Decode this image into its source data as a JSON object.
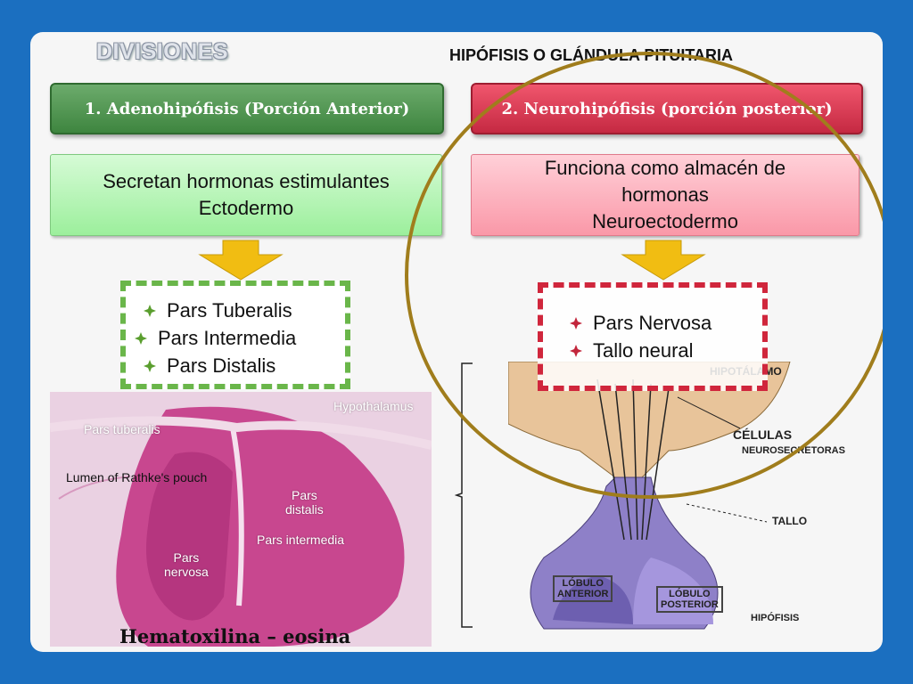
{
  "title": "DIVISIONES",
  "subtitle": "HIPÓFISIS O GLÁNDULA PITUITARIA",
  "left": {
    "header": "1. Adenohipófisis (Porción Anterior)",
    "box_lines": [
      "Secretan hormonas estimulantes",
      "Ectodermo"
    ],
    "parts": [
      "Pars Tuberalis",
      "Pars Intermedia",
      "Pars Distalis"
    ],
    "micro_labels": {
      "hypothalamus": "Hypothalamus",
      "pars_tuberalis": "Pars tuberalis",
      "lumen": "Lumen of Rathke's pouch",
      "pars_distalis": "Pars\ndistalis",
      "pars_intermedia": "Pars intermedia",
      "pars_nervosa": "Pars\nnervosa"
    },
    "caption": "Hematoxilina – eosina"
  },
  "right": {
    "header": "2. Neurohipófisis (porción posterior)",
    "box_lines": [
      "Funciona como almacén de",
      "hormonas",
      "Neuroectodermo"
    ],
    "parts": [
      "Pars Nervosa",
      "Tallo neural"
    ],
    "diagram_labels": {
      "hipotalamo": "HIPOTÁLAMO",
      "celulas": "CÉLULAS",
      "neurosecretoras": "NEUROSECRETORAS",
      "tallo": "TALLO",
      "lobulo_anterior": "LÓBULO\nANTERIOR",
      "lobulo_posterior": "LÓBULO\nPOSTERIOR",
      "hipofisis": "HIPÓFISIS"
    }
  },
  "colors": {
    "background": "#1b6fc0",
    "green_header": "#3e853f",
    "red_header": "#c52942",
    "circle": "#a07d1c",
    "arrow": "#f1bd12"
  }
}
